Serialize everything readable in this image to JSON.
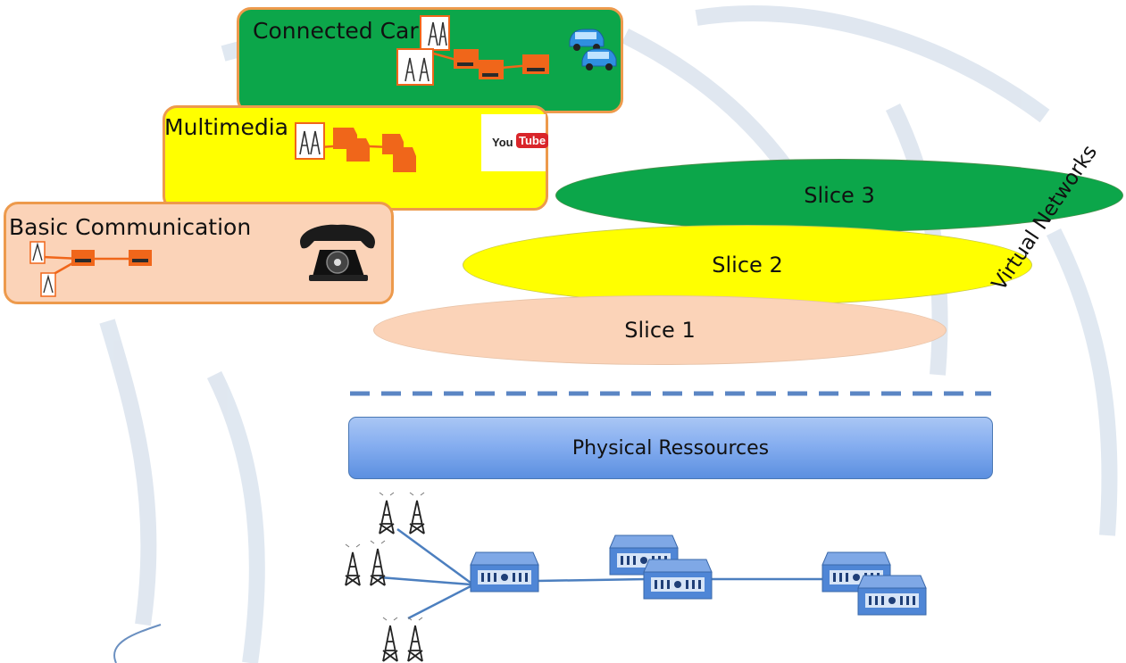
{
  "cards": {
    "connected_car": "Connected Car",
    "multimedia": "Multimedia",
    "basic": "Basic Communication"
  },
  "youtube": {
    "you": "You",
    "tube": "Tube"
  },
  "slices": {
    "slice3": "Slice 3",
    "slice2": "Slice 2",
    "slice1": "Slice 1"
  },
  "virtual_networks": "Virtual Networks",
  "physical": "Physical Ressources",
  "colors": {
    "green": "#0ca64a",
    "yellow": "#ffff00",
    "peach": "#fbd3b8",
    "orange_border": "#ed9a4c",
    "router_orange": "#f0661a",
    "router_blue": "#4f86d6",
    "link_blue": "#4c7fbf",
    "dashed_blue": "#5b86c4"
  }
}
